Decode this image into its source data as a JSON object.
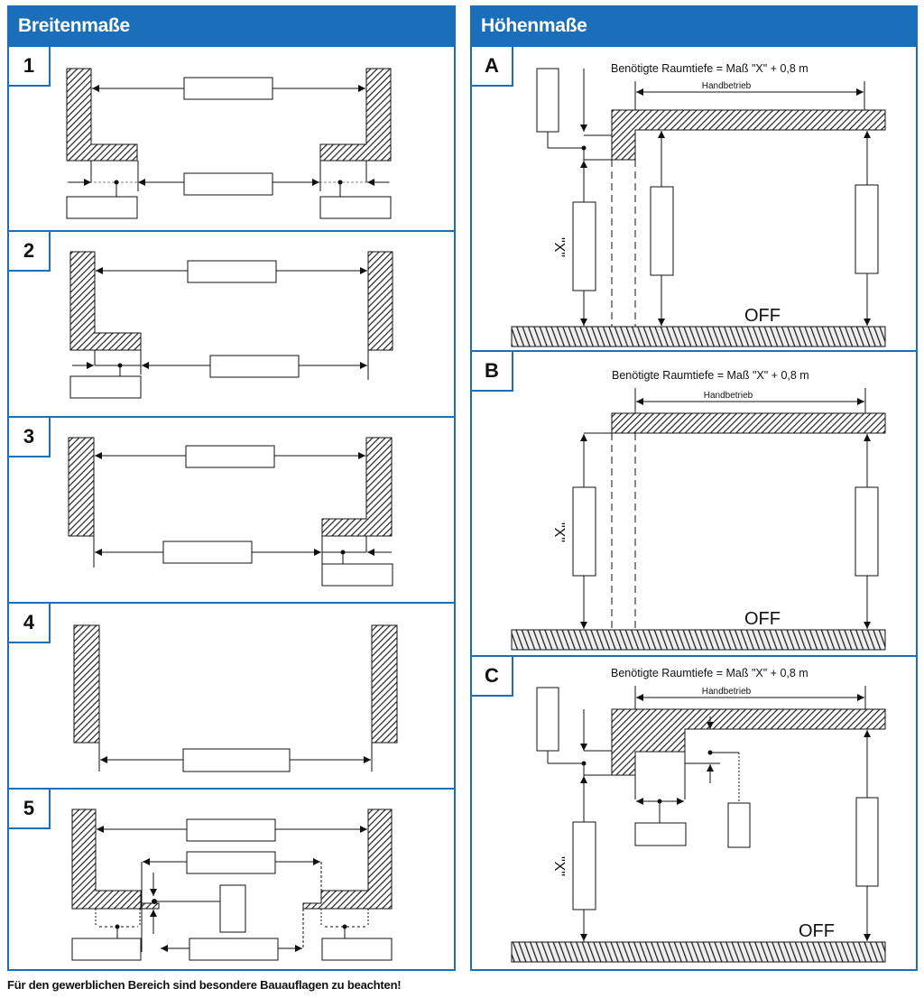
{
  "left": {
    "title": "Breitenmaße",
    "panels": [
      {
        "label": "1"
      },
      {
        "label": "2"
      },
      {
        "label": "3"
      },
      {
        "label": "4"
      },
      {
        "label": "5"
      }
    ]
  },
  "right": {
    "title": "Höhenmaße",
    "panels": [
      {
        "label": "A",
        "depth_note": "Benötigte Raumtiefe = Maß \"X\" + 0,8 m",
        "span_label": "Handbetrieb",
        "floor_label": "OFF",
        "x_label": "\"X\""
      },
      {
        "label": "B",
        "depth_note": "Benötigte Raumtiefe = Maß \"X\" + 0,8 m",
        "span_label": "Handbetrieb",
        "floor_label": "OFF",
        "x_label": "\"X\""
      },
      {
        "label": "C",
        "depth_note": "Benötigte Raumtiefe = Maß \"X\" + 0,8 m",
        "span_label": "Handbetrieb",
        "floor_label": "OFF",
        "x_label": "\"X\""
      }
    ]
  },
  "footer": "Für den gewerblichen Bereich sind besondere Bauauflagen zu beachten!",
  "colors": {
    "accent": "#1b6fba",
    "ink": "#111111"
  }
}
